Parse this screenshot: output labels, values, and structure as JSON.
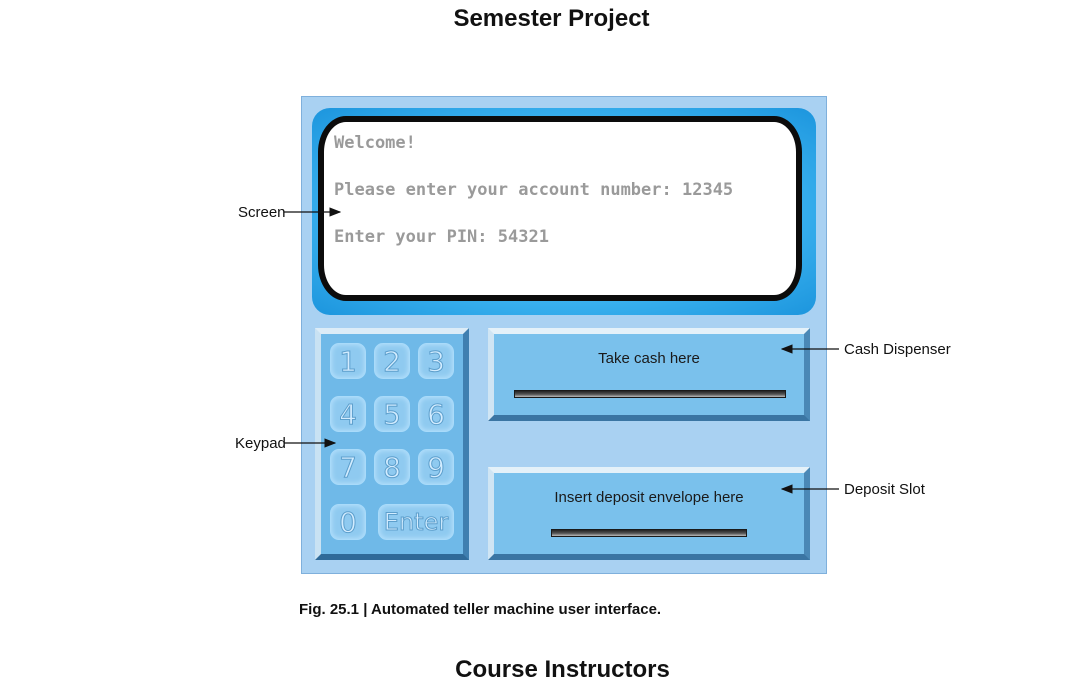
{
  "page": {
    "title": "Semester Project",
    "bottom_heading": "Course Instructors"
  },
  "atm": {
    "screen": {
      "lines": [
        "Welcome!",
        "Please enter your account number: 12345",
        "Enter your PIN: 54321"
      ]
    },
    "keypad": {
      "keys": [
        "1",
        "2",
        "3",
        "4",
        "5",
        "6",
        "7",
        "8",
        "9",
        "0",
        "Enter"
      ]
    },
    "cash_dispenser": {
      "label": "Take cash here"
    },
    "deposit_slot": {
      "label": "Insert deposit envelope here"
    }
  },
  "callouts": {
    "screen": "Screen",
    "keypad": "Keypad",
    "cash_dispenser": "Cash Dispenser",
    "deposit_slot": "Deposit Slot"
  },
  "caption": "Fig. 25.1 | Automated teller machine user interface.",
  "colors": {
    "atm_body": "#a9d1f2",
    "screen_glow": "#1c95dd",
    "keypad": "#6fb9e8",
    "panel": "#7ac1ec",
    "screen_text": "#9a9a9a"
  }
}
